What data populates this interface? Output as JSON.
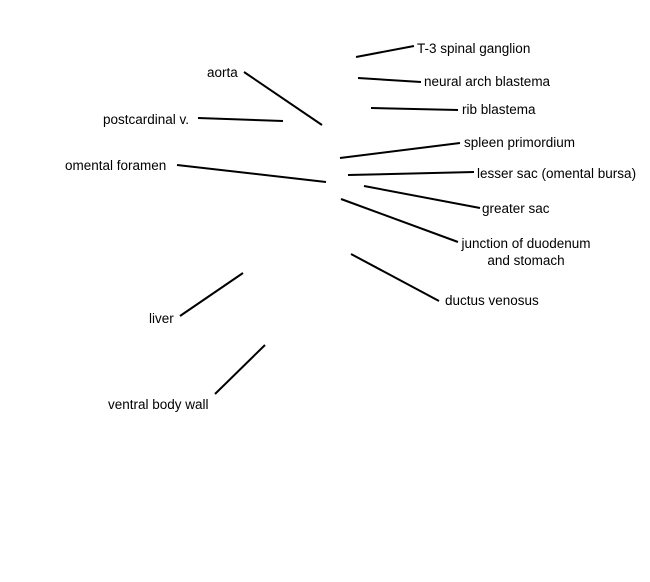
{
  "labels": {
    "t3_spinal_ganglion": "T-3 spinal ganglion",
    "neural_arch_blastema": "neural arch blastema",
    "rib_blastema": "rib blastema",
    "spleen_primordium": "spleen primordium",
    "lesser_sac": "lesser sac (omental bursa)",
    "greater_sac": "greater sac",
    "junction_line1": "junction of duodenum",
    "junction_line2": "and stomach",
    "ductus_venosus": "ductus venosus",
    "aorta": "aorta",
    "postcardinal_v": "postcardinal v.",
    "omental_foramen": "omental foramen",
    "liver": "liver",
    "ventral_body_wall": "ventral body wall"
  }
}
